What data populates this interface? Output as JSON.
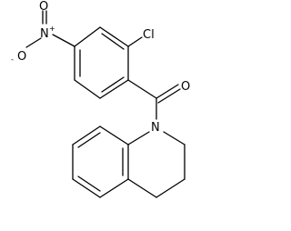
{
  "atoms": {
    "oxide_oxygen": "O",
    "oxide_charge": "-",
    "nitro_nitrogen": "N",
    "nitro_charge": "+",
    "nitro_oxygen": "O",
    "chlorine": "Cl",
    "carbonyl_oxygen": "O",
    "ring_nitrogen": "N"
  },
  "colors": {
    "bond": "#000000",
    "text": "#000000",
    "background": "#ffffff"
  }
}
